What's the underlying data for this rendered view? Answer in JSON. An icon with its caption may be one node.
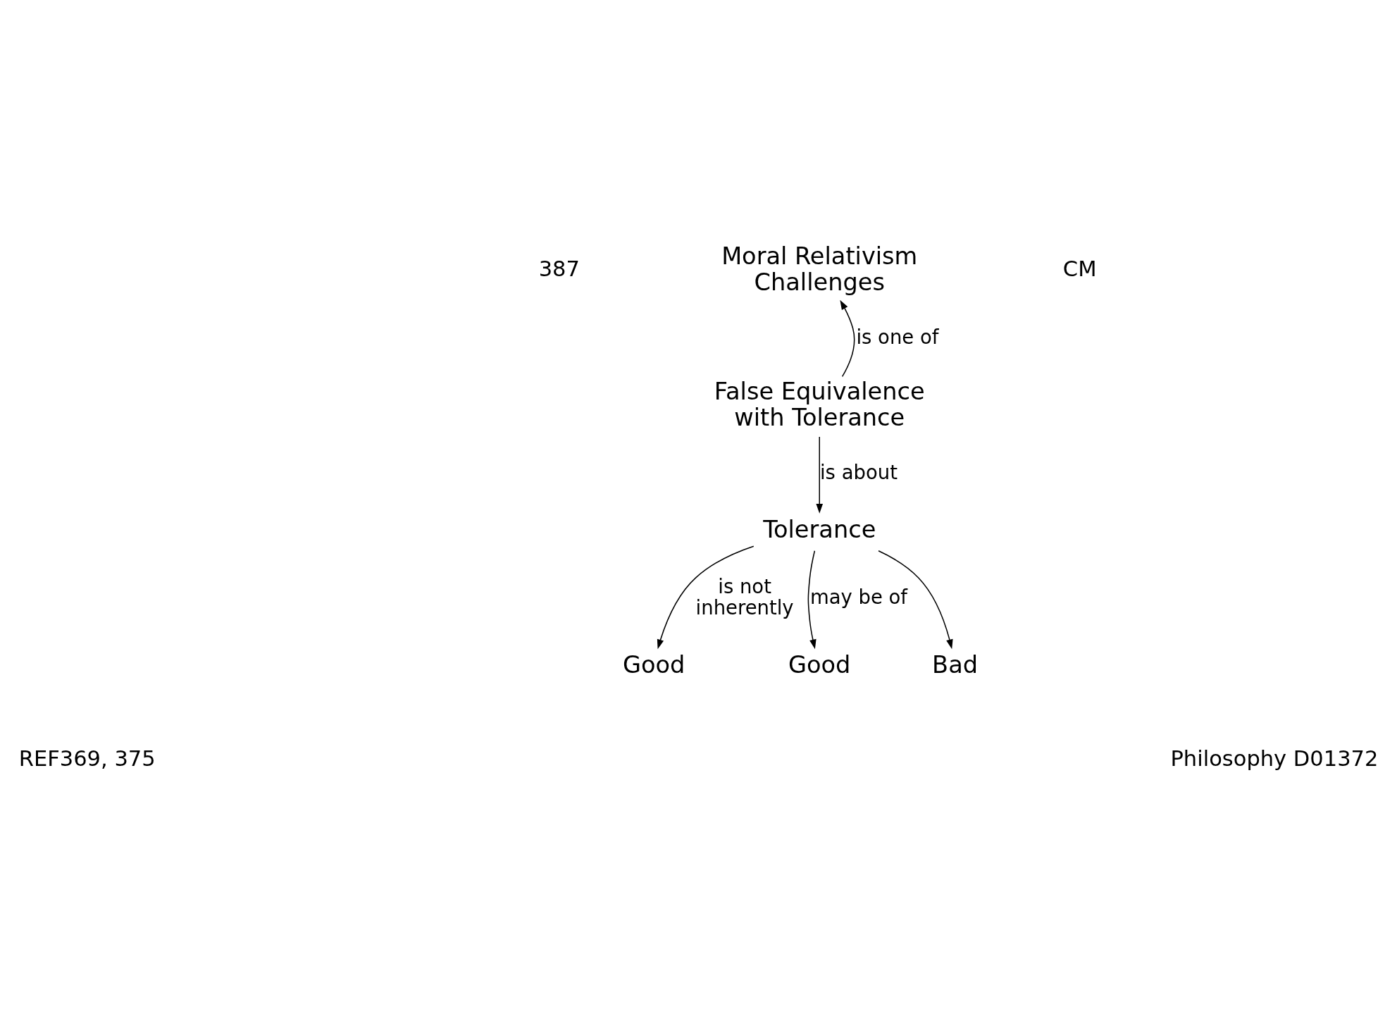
{
  "diagram": {
    "nodes": [
      {
        "text": [
          "Moral Relativism Challenges"
        ]
      },
      {
        "text": [
          "False Equivalence with Tolerance"
        ]
      },
      {
        "text": [
          "Tolerance"
        ]
      },
      {
        "text": [
          "Good"
        ]
      },
      {
        "text": [
          "Good"
        ]
      },
      {
        "text": [
          "Bad"
        ]
      }
    ],
    "edges": [
      {
        "from": 1,
        "to": 0,
        "arrow": "to",
        "label": "is one of"
      },
      {
        "from": 1,
        "to": 2,
        "arrow": "to",
        "label": "is about"
      },
      {
        "from": 2,
        "to": 3,
        "arrow": "to",
        "label": "is not inherently"
      },
      {
        "from": 2,
        "to": 4,
        "arrow": "to",
        "label": "may be of"
      },
      {
        "from": 2,
        "to": 5,
        "arrow": "to"
      }
    ],
    "labels": [
      "387",
      "CM",
      "REF369, 375",
      "Philosophy D01372"
    ]
  }
}
